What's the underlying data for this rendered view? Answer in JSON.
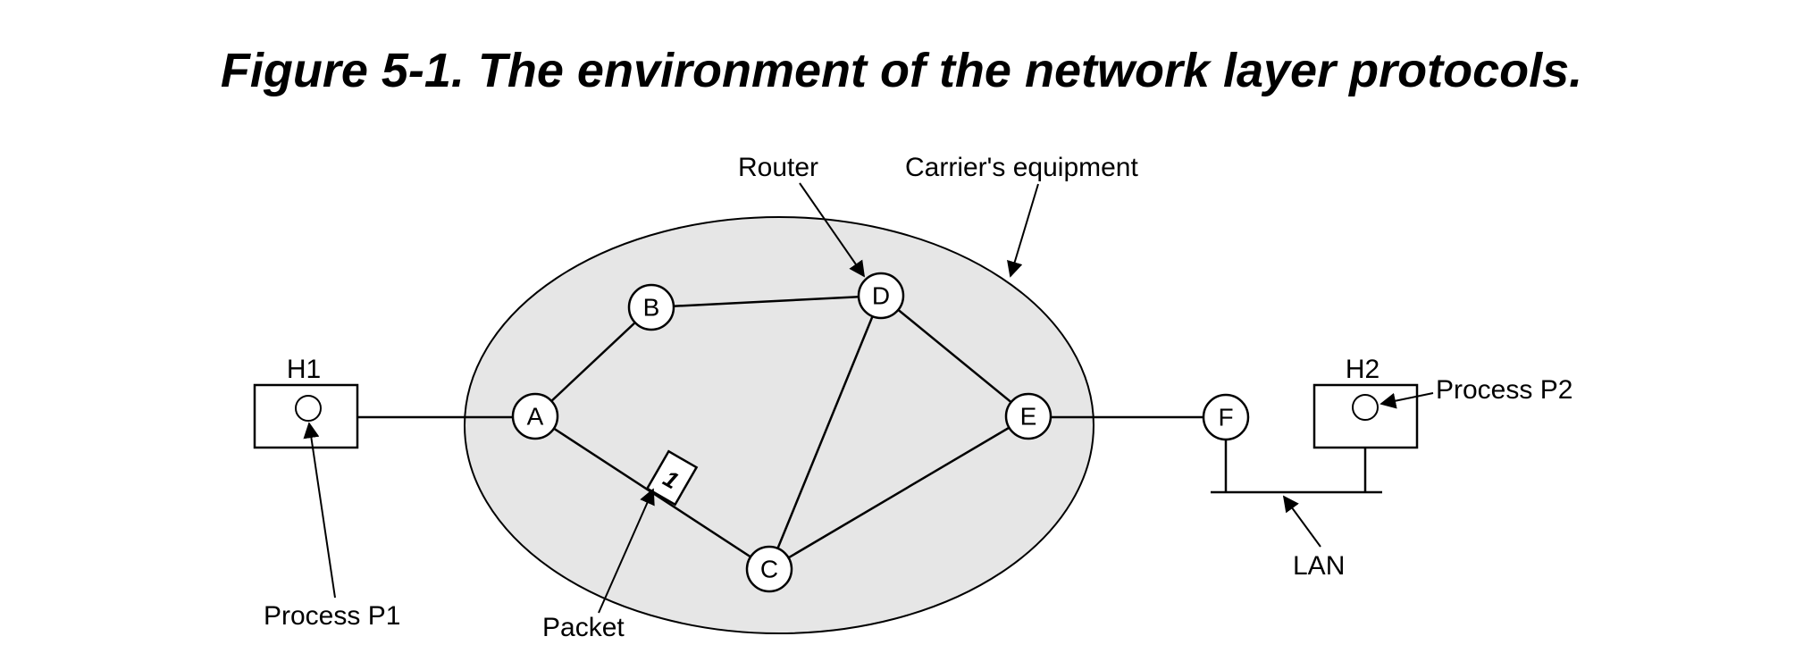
{
  "figure": {
    "title": "Figure 5-1. The environment of the network layer protocols."
  },
  "labels": {
    "router": "Router",
    "carrier_equipment": "Carrier's equipment",
    "h1": "H1",
    "h2": "H2",
    "process_p1": "Process P1",
    "process_p2": "Process P2",
    "packet": "Packet",
    "lan": "LAN"
  },
  "nodes": {
    "a": "A",
    "b": "B",
    "c": "C",
    "d": "D",
    "e": "E",
    "f": "F"
  },
  "packet_number": "1",
  "colors": {
    "carrier_fill": "#e6e6e6",
    "stroke": "#000000",
    "background": "#ffffff"
  }
}
